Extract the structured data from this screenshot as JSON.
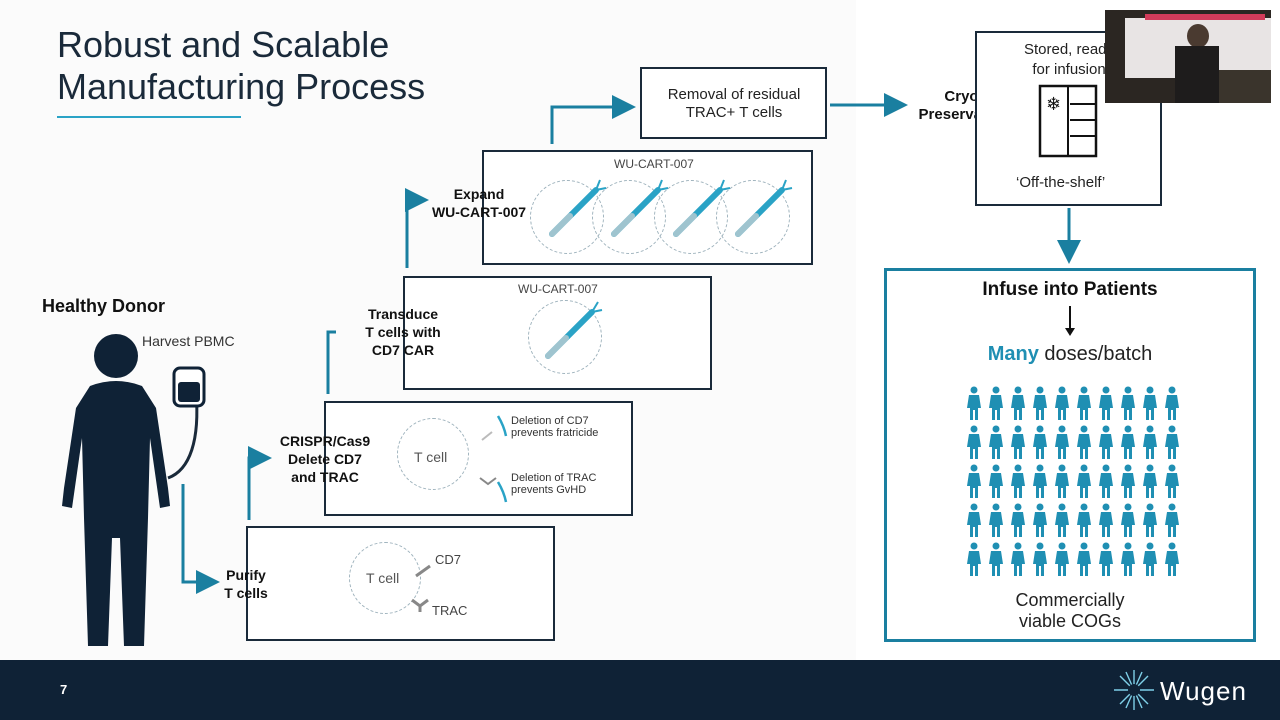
{
  "slide": {
    "title_line1": "Robust and Scalable",
    "title_line2": "Manufacturing Process",
    "page_number": "7"
  },
  "donor": {
    "title": "Healthy Donor",
    "harvest": "Harvest PBMC"
  },
  "steps": {
    "purify": "Purify\nT cells",
    "crispr": "CRISPR/Cas9\nDelete CD7\nand TRAC",
    "transduce": "Transduce\nT cells with\nCD7 CAR",
    "expand": "Expand\nWU-CART-007",
    "removal": "Removal of residual\nTRAC+ T cells",
    "cryo": "Cryo-\nPreservation"
  },
  "boxes": {
    "purify_cell": "T cell",
    "purify_cd7": "CD7",
    "purify_trac": "TRAC",
    "crispr_cell": "T cell",
    "crispr_note1": "Deletion of CD7\nprevents fratricide",
    "crispr_note2": "Deletion of TRAC\nprevents GvHD",
    "transduce_label": "WU-CART-007",
    "expand_label": "WU-CART-007"
  },
  "storage": {
    "caption": "Stored, ready\nfor infusion",
    "off_shelf": "‘Off-the-shelf’"
  },
  "infuse": {
    "title": "Infuse into Patients",
    "many": "Many",
    "doses": " doses/batch",
    "cogs": "Commercially\nviable COGs"
  },
  "brand": {
    "logo": "Wugen",
    "accent": "#2aa3c6",
    "figure_color": "#1f8fb3",
    "dark_navy": "#0f2236"
  }
}
